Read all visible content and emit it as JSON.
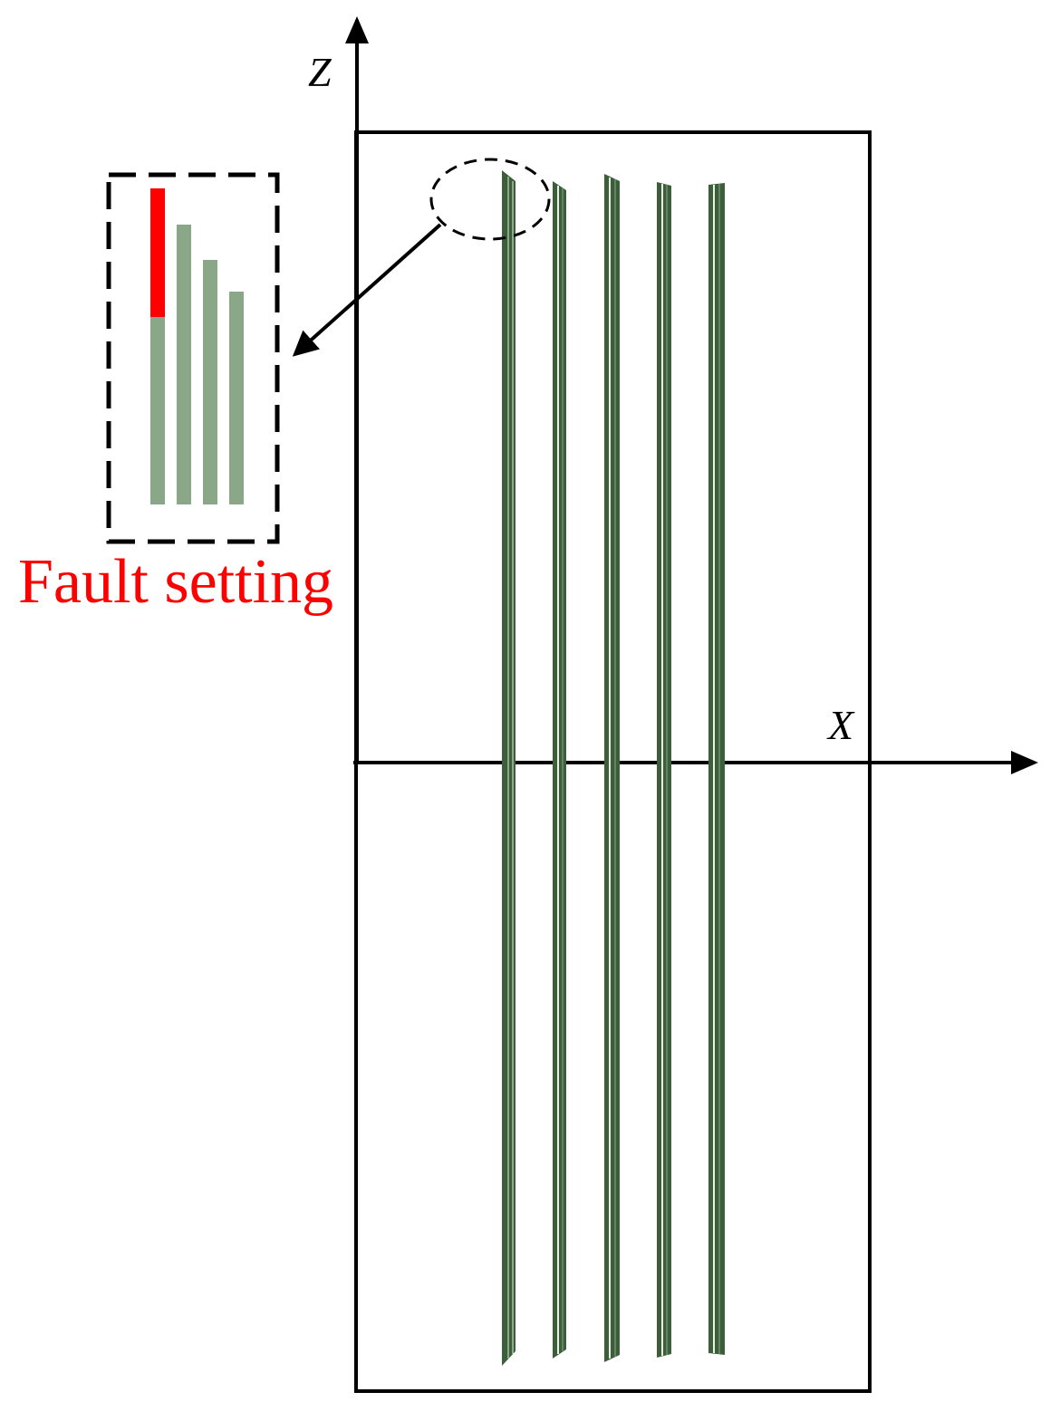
{
  "axes": {
    "z_label": "Z",
    "x_label": "X"
  },
  "fault_label": "Fault setting",
  "colors": {
    "line": "#000000",
    "fracture_dark": "#3d5e3a",
    "fracture_light": "#8aa888",
    "fracture_highlight": "#e8f0e6",
    "fault": "#ff0000",
    "background": "#ffffff"
  },
  "icons": {
    "pointer": "arrow-icon"
  }
}
